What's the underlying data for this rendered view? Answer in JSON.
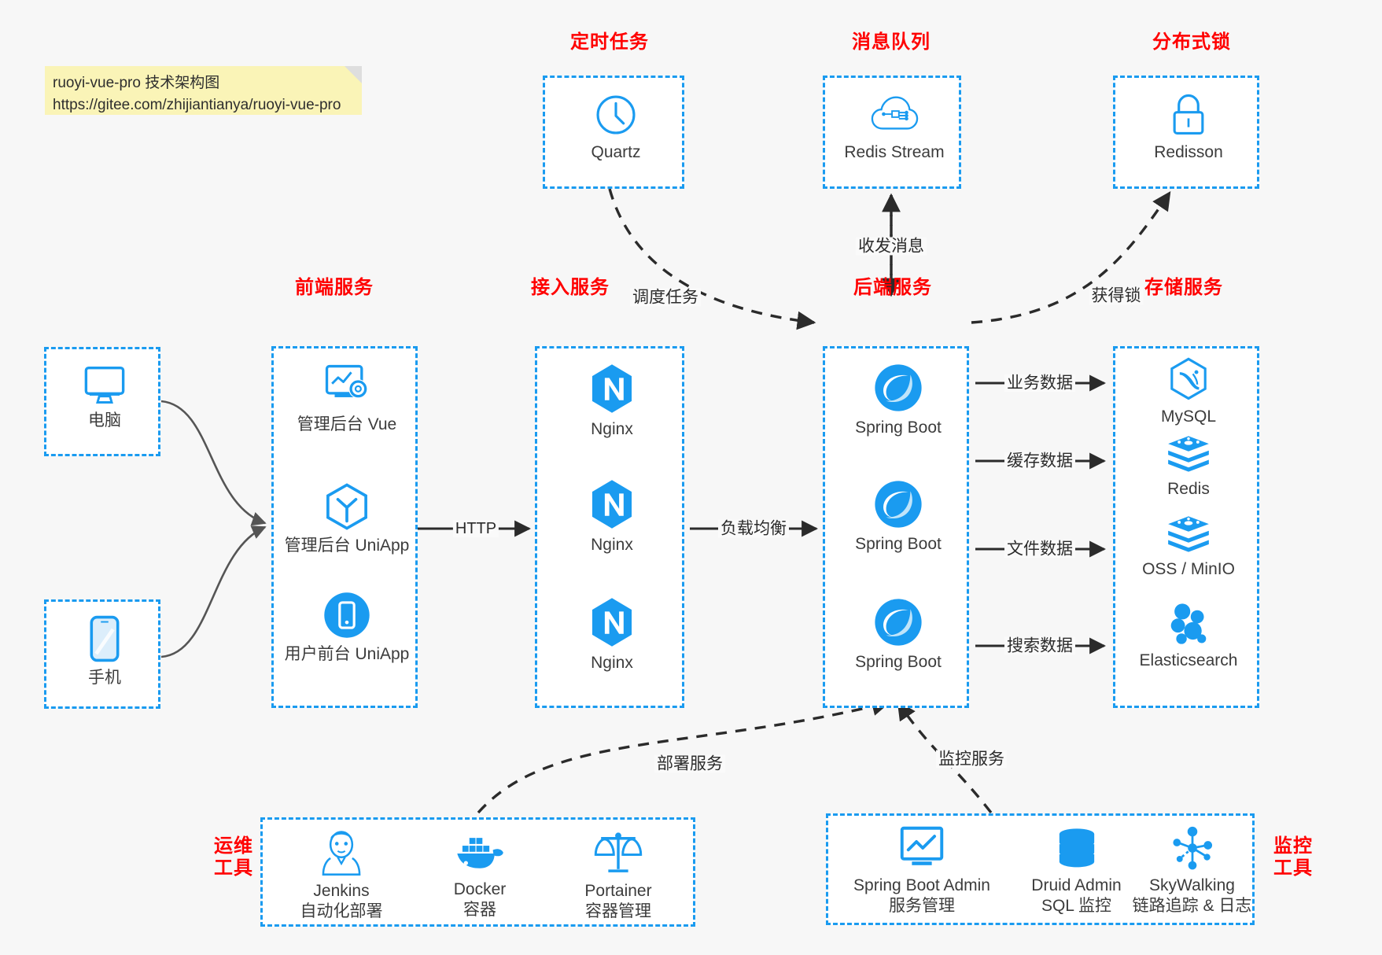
{
  "note": {
    "line1": "ruoyi-vue-pro 技术架构图",
    "line2": "https://gitee.com/zhijiantianya/ruoyi-vue-pro"
  },
  "colors": {
    "group_border": "#1a9bf0",
    "group_title": "#ff0000",
    "icon_blue": "#1a9bf0",
    "background": "#f7f7f7",
    "edge": "#2b2b2b",
    "client_edge": "#555555",
    "note_bg": "#faf4b7"
  },
  "groups": {
    "scheduler": {
      "title": "定时任务",
      "nodes": [
        {
          "label": "Quartz",
          "icon": "clock-icon"
        }
      ]
    },
    "mq": {
      "title": "消息队列",
      "nodes": [
        {
          "label": "Redis Stream",
          "icon": "cloud-stream-icon"
        }
      ]
    },
    "lock": {
      "title": "分布式锁",
      "nodes": [
        {
          "label": "Redisson",
          "icon": "lock-icon"
        }
      ]
    },
    "clients": {
      "nodes": [
        {
          "label": "电脑",
          "icon": "desktop-icon"
        },
        {
          "label": "手机",
          "icon": "phone-icon"
        }
      ]
    },
    "frontend": {
      "title": "前端服务",
      "nodes": [
        {
          "label": "管理后台 Vue",
          "icon": "dashboard-gear-icon"
        },
        {
          "label": "管理后台 UniApp",
          "icon": "uniapp-hex-icon"
        },
        {
          "label": "用户前台 UniApp",
          "icon": "mobile-circle-icon"
        }
      ]
    },
    "gateway": {
      "title": "接入服务",
      "nodes": [
        {
          "label": "Nginx",
          "icon": "nginx-icon"
        },
        {
          "label": "Nginx",
          "icon": "nginx-icon"
        },
        {
          "label": "Nginx",
          "icon": "nginx-icon"
        }
      ]
    },
    "backend": {
      "title": "后端服务",
      "nodes": [
        {
          "label": "Spring Boot",
          "icon": "spring-icon"
        },
        {
          "label": "Spring Boot",
          "icon": "spring-icon"
        },
        {
          "label": "Spring Boot",
          "icon": "spring-icon"
        }
      ]
    },
    "storage": {
      "title": "存储服务",
      "nodes": [
        {
          "label": "MySQL",
          "icon": "mysql-icon"
        },
        {
          "label": "Redis",
          "icon": "redis-icon"
        },
        {
          "label": "OSS / MinIO",
          "icon": "oss-icon"
        },
        {
          "label": "Elasticsearch",
          "icon": "elasticsearch-icon"
        }
      ]
    },
    "devops": {
      "title_line1": "运维",
      "title_line2": "工具",
      "nodes": [
        {
          "label": "Jenkins",
          "sublabel": "自动化部署",
          "icon": "jenkins-icon"
        },
        {
          "label": "Docker",
          "sublabel": "容器",
          "icon": "docker-icon"
        },
        {
          "label": "Portainer",
          "sublabel": "容器管理",
          "icon": "scales-icon"
        }
      ]
    },
    "monitoring": {
      "title_line1": "监控",
      "title_line2": "工具",
      "nodes": [
        {
          "label": "Spring Boot Admin",
          "sublabel": "服务管理",
          "icon": "monitor-chart-icon"
        },
        {
          "label": "Druid Admin",
          "sublabel": "SQL 监控",
          "icon": "database-icon"
        },
        {
          "label": "SkyWalking",
          "sublabel": "链路追踪 & 日志",
          "icon": "skywalking-icon"
        }
      ]
    }
  },
  "edges": [
    {
      "id": "http",
      "label": "HTTP"
    },
    {
      "id": "load-balance",
      "label": "负载均衡"
    },
    {
      "id": "schedule-task",
      "label": "调度任务"
    },
    {
      "id": "send-recv-msg",
      "label": "收发消息"
    },
    {
      "id": "acquire-lock",
      "label": "获得锁"
    },
    {
      "id": "business-data",
      "label": "业务数据"
    },
    {
      "id": "cache-data",
      "label": "缓存数据"
    },
    {
      "id": "file-data",
      "label": "文件数据"
    },
    {
      "id": "search-data",
      "label": "搜索数据"
    },
    {
      "id": "deploy-service",
      "label": "部署服务"
    },
    {
      "id": "monitor-service",
      "label": "监控服务"
    }
  ]
}
